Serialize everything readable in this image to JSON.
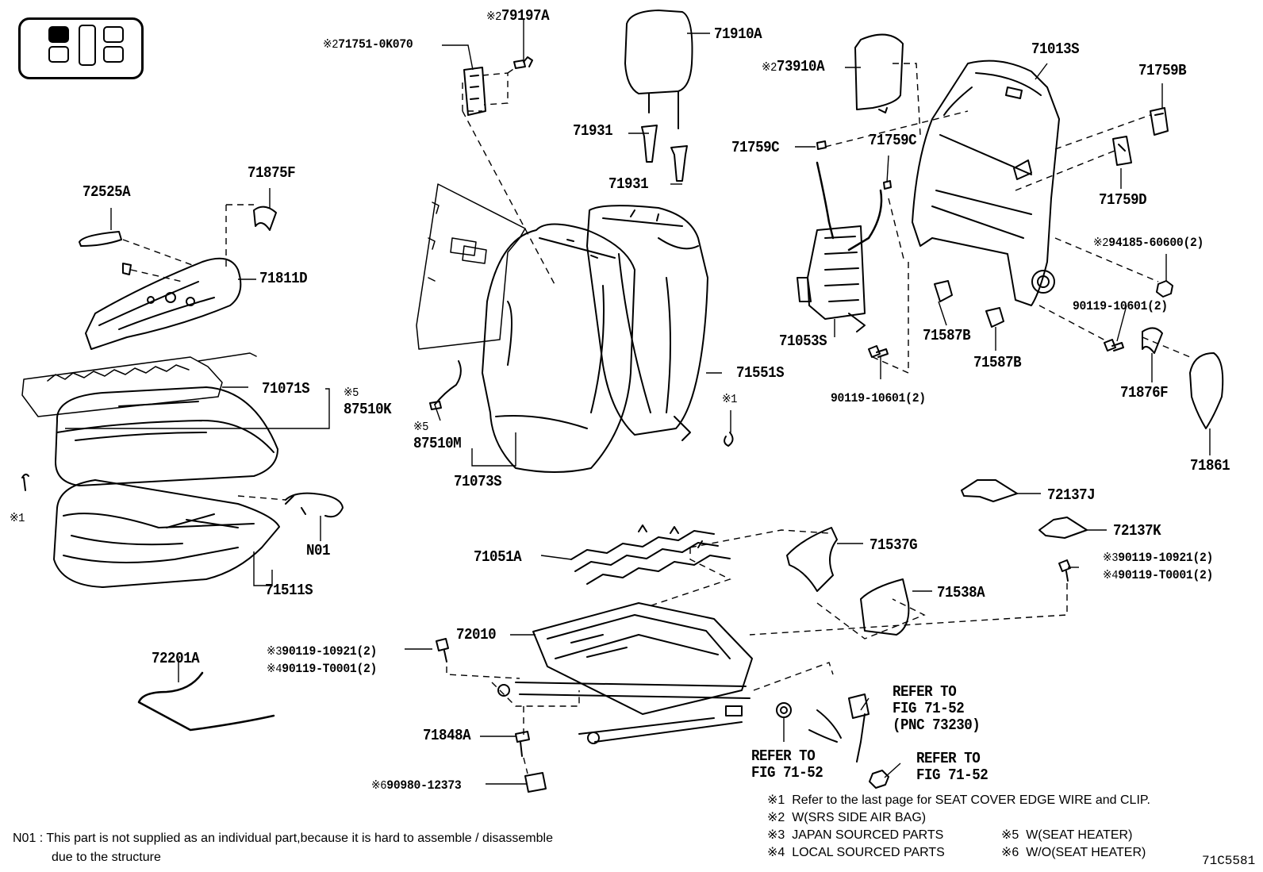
{
  "figure_code": "71C5581",
  "seat_position_indicator": {
    "highlighted_seat": "front-left"
  },
  "parts": {
    "p79197A": {
      "mark": "※2",
      "num": "79197A"
    },
    "p71751": {
      "mark": "※2",
      "num": "71751-0K070"
    },
    "p71910A": {
      "num": "71910A"
    },
    "p73910A": {
      "mark": "※2",
      "num": "73910A"
    },
    "p71013S": {
      "num": "71013S"
    },
    "p71759B": {
      "num": "71759B"
    },
    "p71931a": {
      "num": "71931"
    },
    "p71931b": {
      "num": "71931"
    },
    "p71759C_a": {
      "num": "71759C"
    },
    "p71759C_b": {
      "num": "71759C"
    },
    "p71759D": {
      "num": "71759D"
    },
    "p72525A": {
      "num": "72525A"
    },
    "p71875F": {
      "num": "71875F"
    },
    "p71811D": {
      "num": "71811D"
    },
    "p94185": {
      "mark": "※2",
      "num": "94185-60600(2)"
    },
    "p90119_10601_r": {
      "num": "90119-10601(2)"
    },
    "p71053S": {
      "num": "71053S"
    },
    "p71587B_a": {
      "num": "71587B"
    },
    "p71587B_b": {
      "num": "71587B"
    },
    "p71071S": {
      "num": "71071S"
    },
    "p87510K": {
      "mark": "※5",
      "num": "87510K"
    },
    "p71551S": {
      "num": "71551S"
    },
    "p90119_10601_c": {
      "num": "90119-10601(2)"
    },
    "p71876F": {
      "num": "71876F"
    },
    "p87510M": {
      "mark": "※5",
      "num": "87510M"
    },
    "star1_mid": {
      "mark": "※1"
    },
    "star1_left": {
      "mark": "※1"
    },
    "p71073S": {
      "num": "71073S"
    },
    "p71861": {
      "num": "71861"
    },
    "p72137J": {
      "num": "72137J"
    },
    "p72137K": {
      "num": "72137K"
    },
    "pN01": {
      "num": "N01"
    },
    "p71051A": {
      "num": "71051A"
    },
    "p71537G": {
      "num": "71537G"
    },
    "p71511S": {
      "num": "71511S"
    },
    "p90119_10921_r": {
      "mark": "※3",
      "num": "90119-10921(2)"
    },
    "p90119_T0001_r": {
      "mark": "※4",
      "num": "90119-T0001(2)"
    },
    "p71538A": {
      "num": "71538A"
    },
    "p72010": {
      "num": "72010"
    },
    "p90119_10921_l": {
      "mark": "※3",
      "num": "90119-10921(2)"
    },
    "p90119_T0001_l": {
      "mark": "※4",
      "num": "90119-T0001(2)"
    },
    "p72201A": {
      "num": "72201A"
    },
    "p71848A": {
      "num": "71848A"
    },
    "p90980": {
      "mark": "※6",
      "num": "90980-12373"
    }
  },
  "refer": {
    "r1": [
      "REFER TO",
      "FIG 71-52",
      "(PNC 73230)"
    ],
    "r2": [
      "REFER TO",
      "FIG 71-52"
    ],
    "r3": [
      "REFER TO",
      "FIG 71-52"
    ]
  },
  "legend": [
    {
      "mark": "※1",
      "text": "Refer to the last page for SEAT COVER EDGE WIRE and CLIP."
    },
    {
      "mark": "※2",
      "text": "W(SRS SIDE AIR BAG)"
    },
    {
      "mark": "※3",
      "text": "JAPAN SOURCED PARTS"
    },
    {
      "mark": "※4",
      "text": "LOCAL SOURCED PARTS"
    },
    {
      "mark": "※5",
      "text": "W(SEAT HEATER)"
    },
    {
      "mark": "※6",
      "text": "W/O(SEAT HEATER)"
    }
  ],
  "footnote": {
    "line1": "N01 : This part is not supplied as an individual part,because it is hard to assemble / disassemble",
    "line2": "due to the structure"
  }
}
